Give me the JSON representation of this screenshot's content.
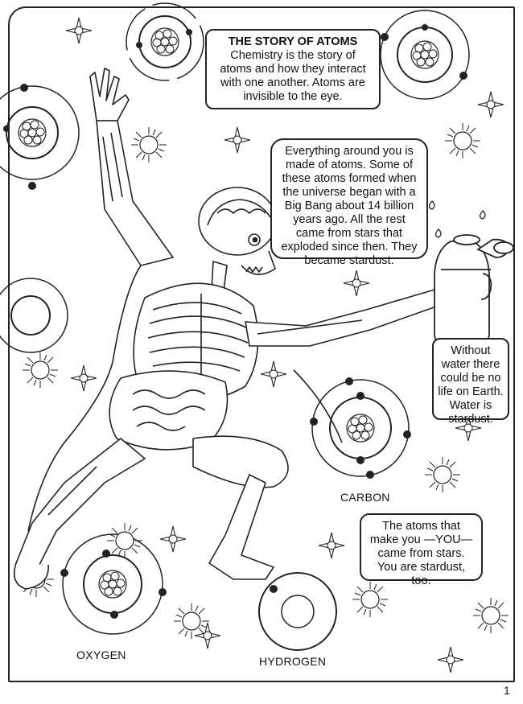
{
  "callouts": {
    "story_title": "THE STORY OF ATOMS",
    "story_body": "Chemistry is the story of atoms and how they interact with one another. Atoms are invisible to the eye.",
    "stars": "Everything around you is made of atoms. Some of these atoms formed when the universe began with a Big Bang about 14 billion years ago. All the rest came from stars that exploded since then. They became stardust.",
    "water": "Without water there could be no life on Earth. Water is stardust.",
    "you": "The atoms that make you —YOU— came from stars. You are stardust, too."
  },
  "labels": {
    "carbon": "CARBON",
    "oxygen": "OXYGEN",
    "hydrogen": "HYDROGEN"
  },
  "page_number": "1",
  "icons": [
    "atom-icon",
    "star-icon",
    "sun-icon",
    "skeleton-figure",
    "water-bottle"
  ]
}
